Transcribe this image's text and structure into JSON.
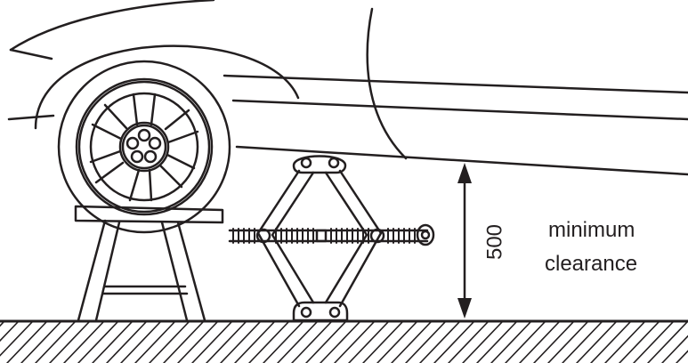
{
  "labels": {
    "dimension_value": "500",
    "caption_line1": "minimum",
    "caption_line2": "clearance"
  },
  "icons": {
    "wheel": "wheel-icon",
    "axle_stand": "axle-stand-icon",
    "scissor_jack": "scissor-jack-icon",
    "ground": "ground-hatch-icon",
    "dimension_arrow": "double-arrow-icon"
  },
  "colors": {
    "ink": "#231f20",
    "background": "#ffffff"
  }
}
